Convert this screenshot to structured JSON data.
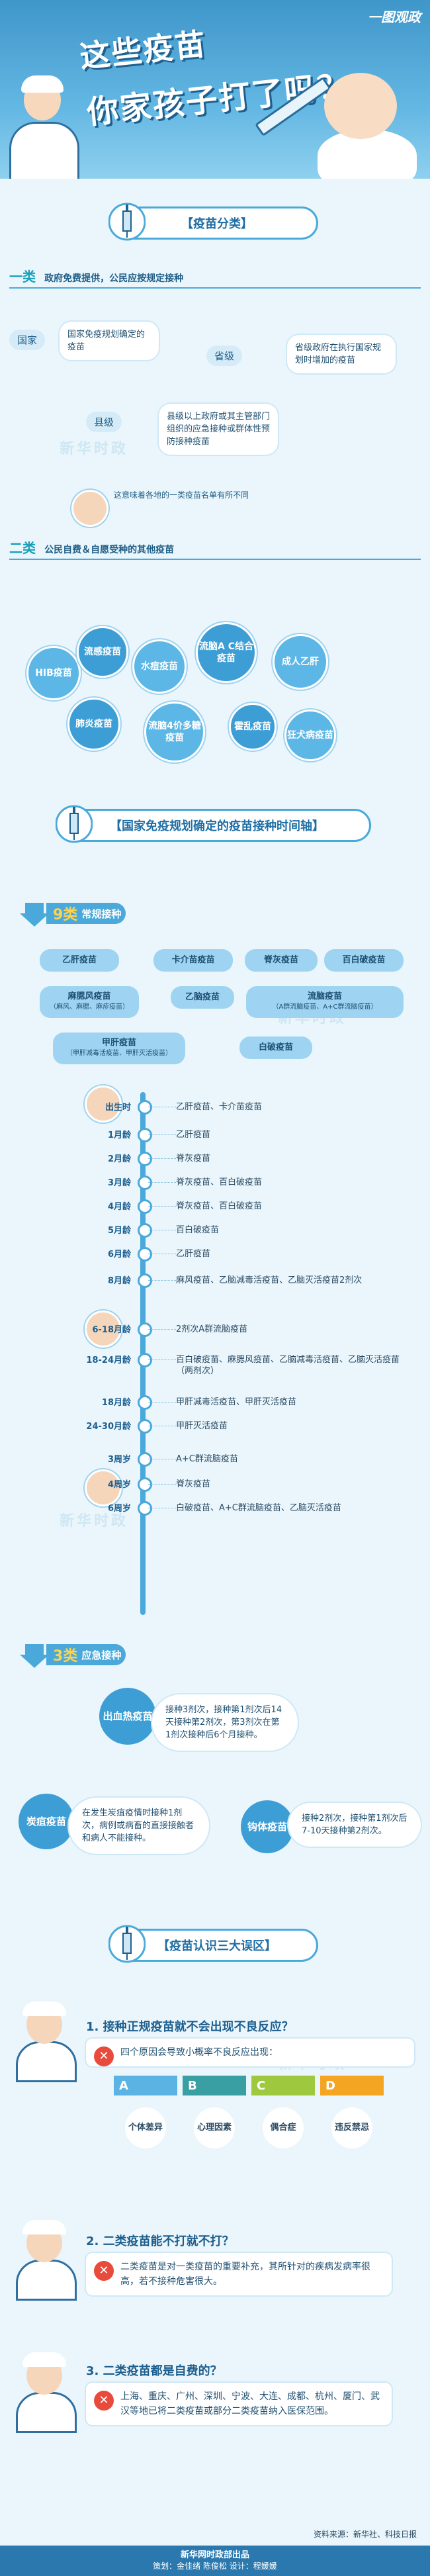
{
  "header": {
    "title_line1": "这些疫苗",
    "title_line2": "你家孩子打了吗？",
    "brand": "一图观政"
  },
  "classification": {
    "banner": "【疫苗分类】",
    "cat1": {
      "label": "一类",
      "text": "政府免费提供，公民应按规定接种",
      "levels": [
        {
          "tag": "国家",
          "desc": "国家免疫规划确定的疫苗"
        },
        {
          "tag": "省级",
          "desc": "省级政府在执行国家规划时增加的疫苗"
        },
        {
          "tag": "县级",
          "desc": "县级以上政府或其主管部门组织的应急接种或群体性预防接种疫苗"
        }
      ],
      "note": "这意味着各地的一类疫苗名单有所不同"
    },
    "cat2": {
      "label": "二类",
      "text": "公民自费＆自愿受种的其他疫苗",
      "vaccines": [
        "HIB疫苗",
        "流感疫苗",
        "水痘疫苗",
        "流脑A C结合疫苗",
        "成人乙肝",
        "肺炎疫苗",
        "流脑4价多糖疫苗",
        "霍乱疫苗",
        "狂犬病疫苗"
      ]
    }
  },
  "schedule": {
    "banner": "【国家免疫规划确定的疫苗接种时间轴】",
    "routine": {
      "num": "9类",
      "label": "常规接种",
      "vaccines": [
        {
          "name": "乙肝疫苗",
          "sub": ""
        },
        {
          "name": "卡介苗疫苗",
          "sub": ""
        },
        {
          "name": "脊灰疫苗",
          "sub": ""
        },
        {
          "name": "百白破疫苗",
          "sub": ""
        },
        {
          "name": "麻腮风疫苗",
          "sub": "（麻风、麻腮、麻疹疫苗）"
        },
        {
          "name": "乙脑疫苗",
          "sub": ""
        },
        {
          "name": "流脑疫苗",
          "sub": "（A群流脑疫苗、A+C群流脑疫苗）"
        },
        {
          "name": "甲肝疫苗",
          "sub": "（甲肝减毒活疫苗、甲肝灭活疫苗）"
        },
        {
          "name": "白破疫苗",
          "sub": ""
        }
      ]
    },
    "timeline": [
      {
        "age": "出生时",
        "items": "乙肝疫苗、卡介苗疫苗"
      },
      {
        "age": "1月龄",
        "items": "乙肝疫苗"
      },
      {
        "age": "2月龄",
        "items": "脊灰疫苗"
      },
      {
        "age": "3月龄",
        "items": "脊灰疫苗、百白破疫苗"
      },
      {
        "age": "4月龄",
        "items": "脊灰疫苗、百白破疫苗"
      },
      {
        "age": "5月龄",
        "items": "百白破疫苗"
      },
      {
        "age": "6月龄",
        "items": "乙肝疫苗"
      },
      {
        "age": "8月龄",
        "items": "麻风疫苗、乙脑减毒活疫苗、乙脑灭活疫苗2剂次"
      },
      {
        "age": "6-18月龄",
        "items": "2剂次A群流脑疫苗"
      },
      {
        "age": "18-24月龄",
        "items": "百白破疫苗、麻腮风疫苗、乙脑减毒活疫苗、乙脑灭活疫苗（两剂次）"
      },
      {
        "age": "18月龄",
        "items": "甲肝减毒活疫苗、甲肝灭活疫苗"
      },
      {
        "age": "24-30月龄",
        "items": "甲肝灭活疫苗"
      },
      {
        "age": "3周岁",
        "items": "A+C群流脑疫苗"
      },
      {
        "age": "4周岁",
        "items": "脊灰疫苗"
      },
      {
        "age": "6周岁",
        "items": "白破疫苗、A+C群流脑疫苗、乙脑灭活疫苗"
      }
    ],
    "emergency": {
      "num": "3类",
      "label": "应急接种",
      "items": [
        {
          "name": "出血热疫苗",
          "desc": "接种3剂次，接种第1剂次后14天接种第2剂次，第3剂次在第1剂次接种后6个月接种。"
        },
        {
          "name": "炭疽疫苗",
          "desc": "在发生炭疽疫情时接种1剂次，病例或病畜的直接接触者和病人不能接种。"
        },
        {
          "name": "钩体疫苗",
          "desc": "接种2剂次，接种第1剂次后7-10天接种第2剂次。"
        }
      ]
    }
  },
  "myths": {
    "banner": "【疫苗认识三大误区】",
    "q1": {
      "question": "1. 接种正规疫苗就不会出现不良反应？",
      "answer": "四个原因会导致小概率不良反应出现：",
      "reasons": [
        {
          "letter": "A",
          "text": "个体差异",
          "color": "#5bb3e4"
        },
        {
          "letter": "B",
          "text": "心理因素",
          "color": "#3a9fa3"
        },
        {
          "letter": "C",
          "text": "偶合症",
          "color": "#9ec93f"
        },
        {
          "letter": "D",
          "text": "违反禁忌",
          "color": "#f4a623"
        }
      ]
    },
    "q2": {
      "question": "2. 二类疫苗能不打就不打？",
      "answer": "二类疫苗是对一类疫苗的重要补充，其所针对的疾病发病率很高，若不接种危害很大。"
    },
    "q3": {
      "question": "3. 二类疫苗都是自费的？",
      "answer": "上海、重庆、广州、深圳、宁波、大连、成都、杭州、厦门、武汉等地已将二类疫苗或部分二类疫苗纳入医保范围。"
    }
  },
  "source": "资料来源：新华社、科技日报",
  "footer": {
    "line1": "新华网时政部出品",
    "line2": "策划：金佳绪 陈俊松  设计：程媛媛"
  },
  "colors": {
    "primary": "#4aa9da",
    "dark": "#1e5f8e",
    "accent": "#16a1b9",
    "bg": "#eaf6fc"
  },
  "watermark": "新华时政"
}
